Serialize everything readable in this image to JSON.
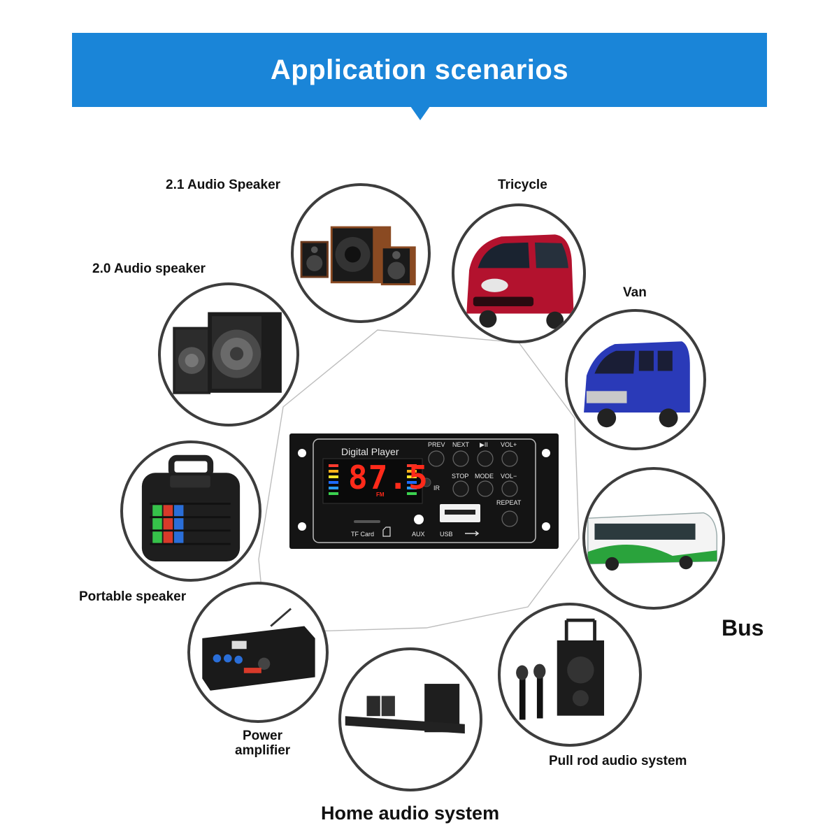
{
  "header": {
    "title": "Application scenarios"
  },
  "scenarios": {
    "speaker_21": "2.1 Audio Speaker",
    "speaker_20": "2.0 Audio speaker",
    "tricycle": "Tricycle",
    "van": "Van",
    "portable": "Portable speaker",
    "bus": "Bus",
    "power_line1": "Power",
    "power_line2": "amplifier",
    "pullrod": "Pull rod audio system",
    "home": "Home audio system"
  },
  "player": {
    "title": "Digital Player",
    "display": "87.5",
    "band": "FM",
    "ir": "IR",
    "buttons": {
      "prev": "PREV",
      "next": "NEXT",
      "play": "▶II",
      "volup": "VOL+",
      "stop": "STOP",
      "mode": "MODE",
      "voldown": "VOL−",
      "repeat": "REPEAT"
    },
    "ports": {
      "tf": "TF Card",
      "aux": "AUX",
      "usb": "USB"
    }
  },
  "colors": {
    "banner": "#1a85d8",
    "display_digits": "#ff2a1a",
    "circle_border": "#3d3d3d"
  }
}
